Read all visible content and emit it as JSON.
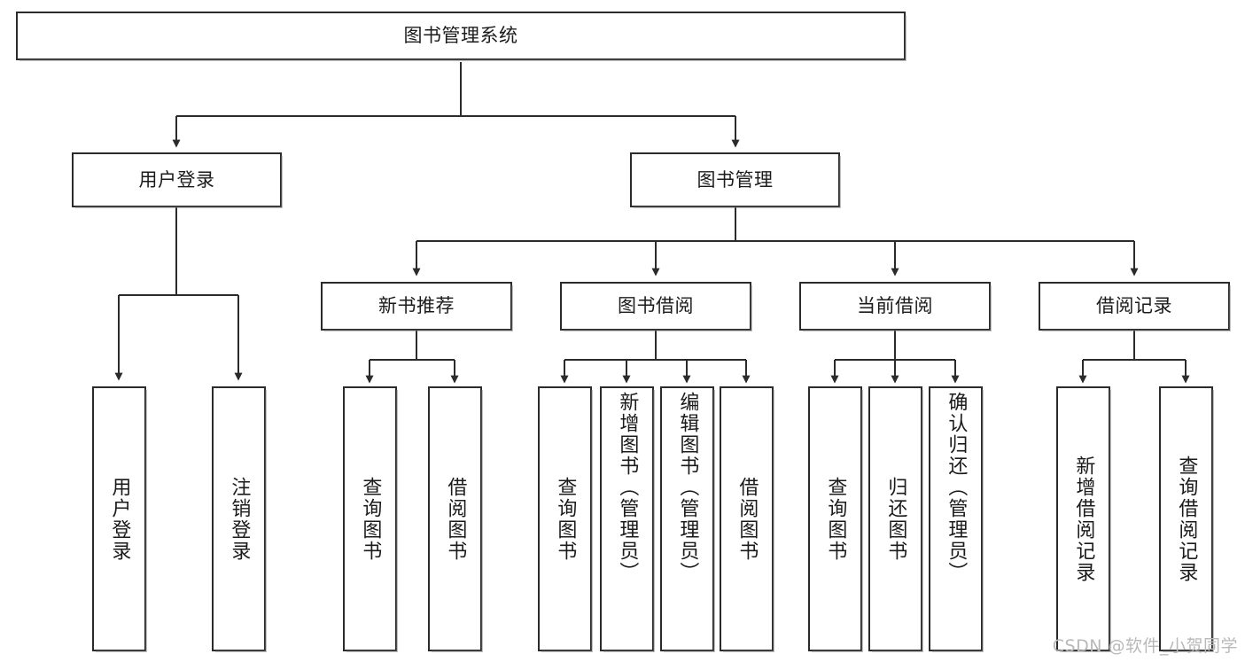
{
  "diagram": {
    "type": "tree",
    "title": "图书管理系统",
    "watermark": "CSDN @软件_小贺同学",
    "root": {
      "id": "root",
      "label": "图书管理系统"
    },
    "level1": [
      {
        "id": "login",
        "label": "用户登录"
      },
      {
        "id": "bookmgmt",
        "label": "图书管理"
      }
    ],
    "level2": [
      {
        "id": "newbook",
        "label": "新书推荐",
        "parent": "bookmgmt"
      },
      {
        "id": "borrow",
        "label": "图书借阅",
        "parent": "bookmgmt"
      },
      {
        "id": "current",
        "label": "当前借阅",
        "parent": "bookmgmt"
      },
      {
        "id": "records",
        "label": "借阅记录",
        "parent": "bookmgmt"
      }
    ],
    "leaves": [
      {
        "id": "leaf-login-1",
        "label": "用户登录",
        "parent": "login"
      },
      {
        "id": "leaf-login-2",
        "label": "注销登录",
        "parent": "login"
      },
      {
        "id": "leaf-newbook-1",
        "label": "查询图书",
        "parent": "newbook"
      },
      {
        "id": "leaf-newbook-2",
        "label": "借阅图书",
        "parent": "newbook"
      },
      {
        "id": "leaf-borrow-1",
        "label": "查询图书",
        "parent": "borrow"
      },
      {
        "id": "leaf-borrow-2",
        "label": "新增图书（管理员）",
        "parent": "borrow"
      },
      {
        "id": "leaf-borrow-3",
        "label": "编辑图书（管理员）",
        "parent": "borrow"
      },
      {
        "id": "leaf-borrow-4",
        "label": "借阅图书",
        "parent": "borrow"
      },
      {
        "id": "leaf-current-1",
        "label": "查询图书",
        "parent": "current"
      },
      {
        "id": "leaf-current-2",
        "label": "归还图书",
        "parent": "current"
      },
      {
        "id": "leaf-current-3",
        "label": "确认归还（管理员）",
        "parent": "current"
      },
      {
        "id": "leaf-records-1",
        "label": "新增借阅记录",
        "parent": "records"
      },
      {
        "id": "leaf-records-2",
        "label": "查询借阅记录",
        "parent": "records"
      }
    ],
    "colors": {
      "box_border": "#2b2b2b",
      "box_fill": "#ffffff",
      "edge": "#2b2b2b",
      "text": "#1b1b1b",
      "watermark": "#b9b9b9",
      "background": "#ffffff"
    }
  }
}
